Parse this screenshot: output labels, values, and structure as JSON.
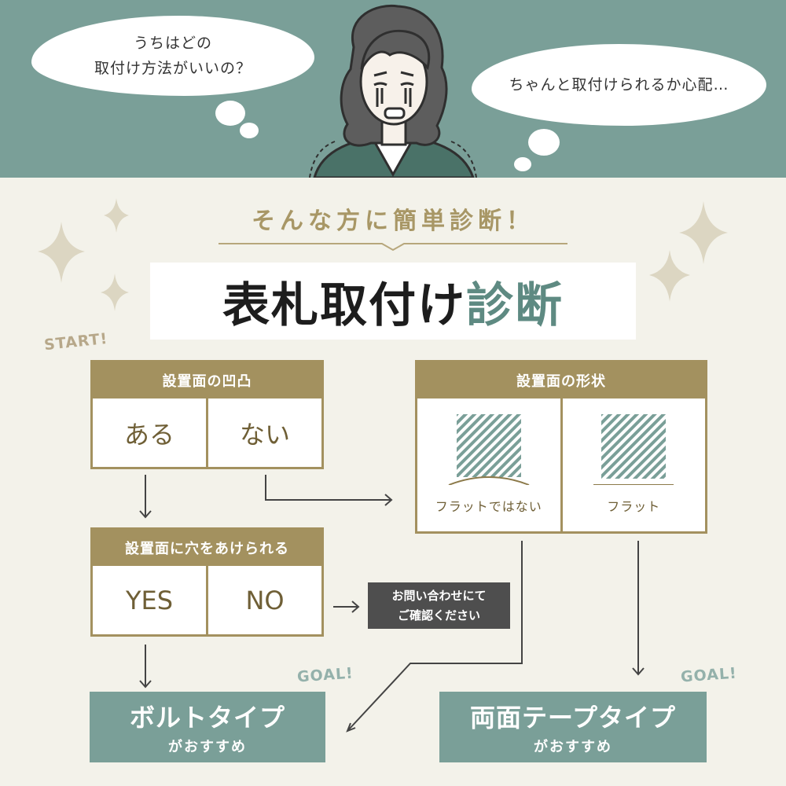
{
  "header": {
    "bubble_left": "うちはどの\n取付け方法がいいの？",
    "bubble_right": "ちゃんと取付けられるか心配…"
  },
  "subtitle": "そんな方に簡単診断！",
  "title": {
    "main": "表札取付け",
    "accent": "診断"
  },
  "tags": {
    "start": "START!",
    "goal": "GOAL!"
  },
  "question1": {
    "heading": "設置面の凹凸",
    "options": [
      "ある",
      "ない"
    ]
  },
  "question2": {
    "heading": "設置面に穴をあけられる",
    "options": [
      "YES",
      "NO"
    ]
  },
  "question3": {
    "heading": "設置面の形状",
    "options": [
      "フラットではない",
      "フラット"
    ]
  },
  "contact": "お問い合わせにて\nご確認ください",
  "results": [
    {
      "title": "ボルトタイプ",
      "sub": "がおすすめ"
    },
    {
      "title": "両面テープタイプ",
      "sub": "がおすすめ"
    }
  ],
  "colors": {
    "teal": "#7a9f98",
    "gold": "#a3915f",
    "cream": "#f3f2ea",
    "dark": "#4e4e4e"
  }
}
